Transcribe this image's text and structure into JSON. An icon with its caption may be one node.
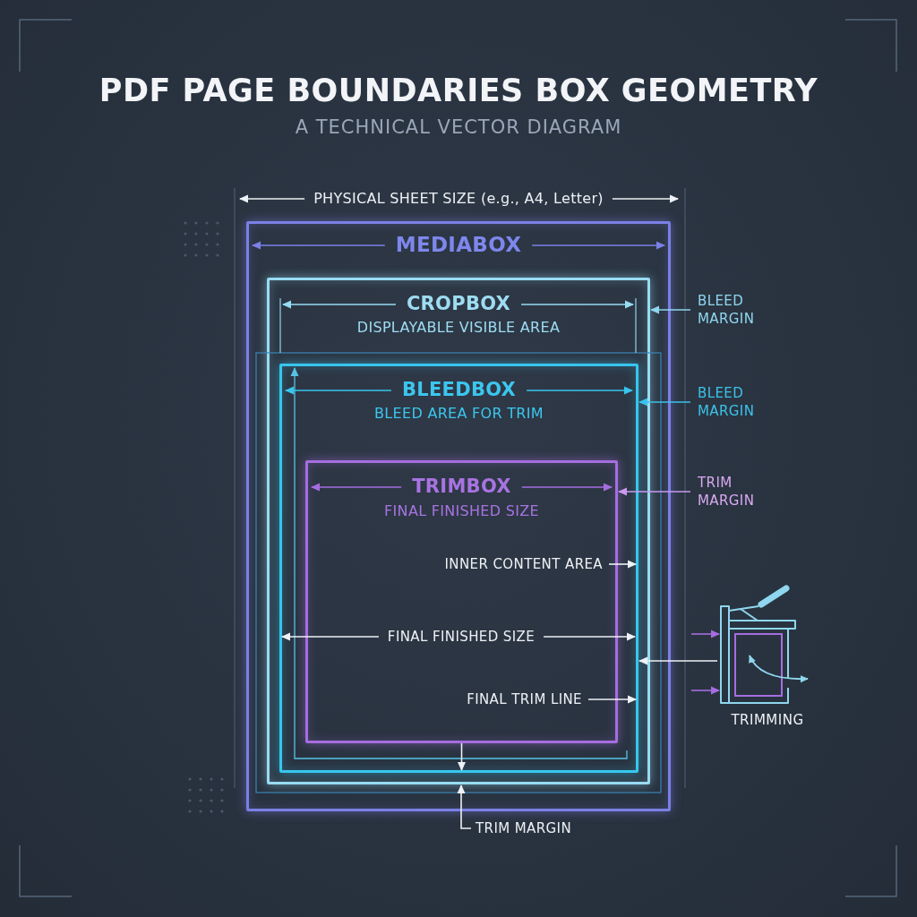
{
  "diagram": {
    "title": "PDF PAGE BOUNDARIES BOX GEOMETRY",
    "nodes": [
      {
        "text": [
          "MEDIABOX"
        ]
      },
      {
        "text": [
          "CROPBOX",
          "DISPLAYABLE VISIBLE AREA"
        ],
        "in": 0
      },
      {
        "text": [
          "BLEED MARGIN"
        ]
      },
      {
        "text": [
          "BLEEDBOX",
          "BLEED AREA FOR TRIM"
        ],
        "in": 1
      },
      {
        "text": [
          "BLEED MARGIN"
        ]
      },
      {
        "text": [
          "TRIMBOX",
          "FINAL FINISHED SIZE"
        ],
        "in": 3
      },
      {
        "text": [
          "TRIM MARGIN"
        ]
      },
      {
        "text": [
          "INNER CONTENT AREA"
        ],
        "in": 5
      },
      {
        "text": [
          "FINAL TRIM LINE"
        ],
        "in": 5
      },
      {
        "text": [
          "TRIMMING"
        ]
      },
      {
        "text": [
          "TRIM MARGIN"
        ]
      }
    ],
    "edges": [
      {
        "from": 2,
        "to": 1,
        "arrow": "to",
        "color": "#8fd6ee"
      },
      {
        "from": 4,
        "to": 3,
        "arrow": "to",
        "color": "#3cc2ea"
      },
      {
        "from": 6,
        "to": 5,
        "arrow": "to",
        "color": "#c99af0"
      },
      {
        "from": 7,
        "to": 3,
        "arrow": "to"
      },
      {
        "from": 8,
        "to": 3,
        "arrow": "to"
      },
      {
        "from": 5,
        "to": 3,
        "arrow": "to"
      },
      {
        "from": 10,
        "to": 1,
        "arrow": "to"
      },
      {
        "from": 9,
        "to": 3,
        "arrow": "to"
      },
      {
        "from": null,
        "to": 9,
        "arrow": "to",
        "color": "#a66de0"
      },
      {
        "from": null,
        "to": 9,
        "arrow": "to",
        "color": "#a66de0"
      }
    ],
    "labels": [
      "A TECHNICAL VECTOR DIAGRAM",
      "PHYSICAL SHEET SIZE (e.g., A4, Letter)",
      "FINAL FINISHED SIZE"
    ]
  }
}
